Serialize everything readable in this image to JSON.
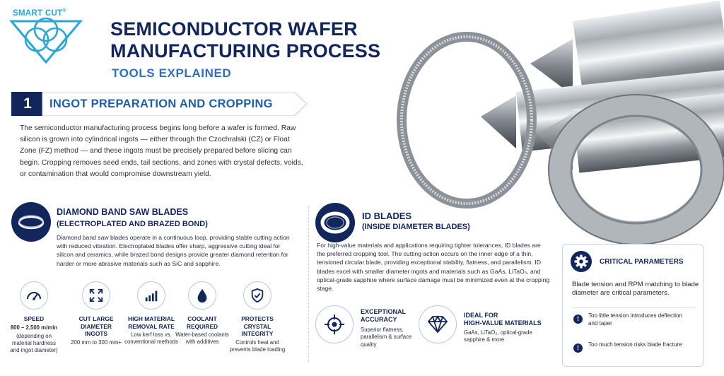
{
  "brand": {
    "name": "SMART CUT",
    "mark": "®"
  },
  "colors": {
    "navy": "#13265c",
    "accent": "#2e6fc0",
    "logo": "#2aa6d9"
  },
  "header": {
    "title_line1": "SEMICONDUCTOR WAFER",
    "title_line2": "MANUFACTURING PROCESS",
    "subtitle": "TOOLS EXPLAINED"
  },
  "section": {
    "number": "1",
    "title": "INGOT PREPARATION AND CROPPING",
    "intro": "The semiconductor manufacturing process begins long before a wafer is formed. Raw silicon is grown into cylindrical ingots — either through the Czochralski (CZ) or Float Zone (FZ) method — and these ingots must be precisely prepared before slicing can begin. Cropping removes seed ends, tail sections, and zones with crystal defects, voids, or contamination that would compromise downstream yield."
  },
  "band_saw": {
    "icon": "band-ring-icon",
    "title": "DIAMOND BAND SAW BLADES",
    "subtitle": "(ELECTROPLATED AND BRAZED BOND)",
    "description": "Diamond band saw blades operate in a continuous loop, providing stable cutting action with reduced vibration. Electroplated blades offer sharp, aggressive cutting ideal for silicon and ceramics, while brazed bond designs provide greater diamond retention for harder or more abrasive materials such as SiC and sapphire.",
    "features": [
      {
        "icon": "speedometer-icon",
        "title": "SPEED",
        "value": "800 – 2,500 m/min",
        "note": "(depending on material hardness and ingot diameter)"
      },
      {
        "icon": "expand-arrows-icon",
        "title": "CUT LARGE DIAMETER INGOTS",
        "value": "",
        "note": "200 mm to 300 mm+"
      },
      {
        "icon": "bar-chart-icon",
        "title": "HIGH MATERIAL REMOVAL RATE",
        "value": "",
        "note": "Low kerf loss vs. conventional methods"
      },
      {
        "icon": "droplet-icon",
        "title": "COOLANT REQUIRED",
        "value": "",
        "note": "Water-based coolants with additives"
      },
      {
        "icon": "shield-check-icon",
        "title": "PROTECTS CRYSTAL INTEGRITY",
        "value": "",
        "note": "Controls heat and prevents blade loading"
      }
    ]
  },
  "id_blades": {
    "icon": "id-blade-ring-icon",
    "title": "ID BLADES",
    "subtitle": "(INSIDE DIAMETER BLADES)",
    "description": "For high-value materials and applications requiring tighter tolerances, ID blades are the preferred cropping tool. The cutting action occurs on the inner edge of a thin, tensioned circular blade, providing exceptional stability, flatness, and parallelism. ID blades excel with smaller diameter ingots and materials such as GaAs, LiTaO₃, and optical-grade sapphire where surface damage must be minimized even at the cropping stage.",
    "features": [
      {
        "icon": "crosshair-icon",
        "title_line1": "EXCEPTIONAL",
        "title_line2": "ACCURACY",
        "note": "Superior flatness, parallelism & surface quality"
      },
      {
        "icon": "diamond-icon",
        "title_line1": "IDEAL FOR",
        "title_line2": "HIGH-VALUE MATERIALS",
        "note": "GaAs, LiTaO₃, optical-grade sapphire & more"
      }
    ]
  },
  "critical": {
    "icon": "gear-icon",
    "title": "CRITICAL PARAMETERS",
    "description": "Blade tension and RPM matching to blade diameter are critical parameters.",
    "warnings": [
      {
        "icon": "alert-icon",
        "mark": "!",
        "text": "Too little tension introduces deflection and taper"
      },
      {
        "icon": "alert-icon",
        "mark": "!",
        "text": "Too much tension risks blade fracture"
      }
    ]
  }
}
